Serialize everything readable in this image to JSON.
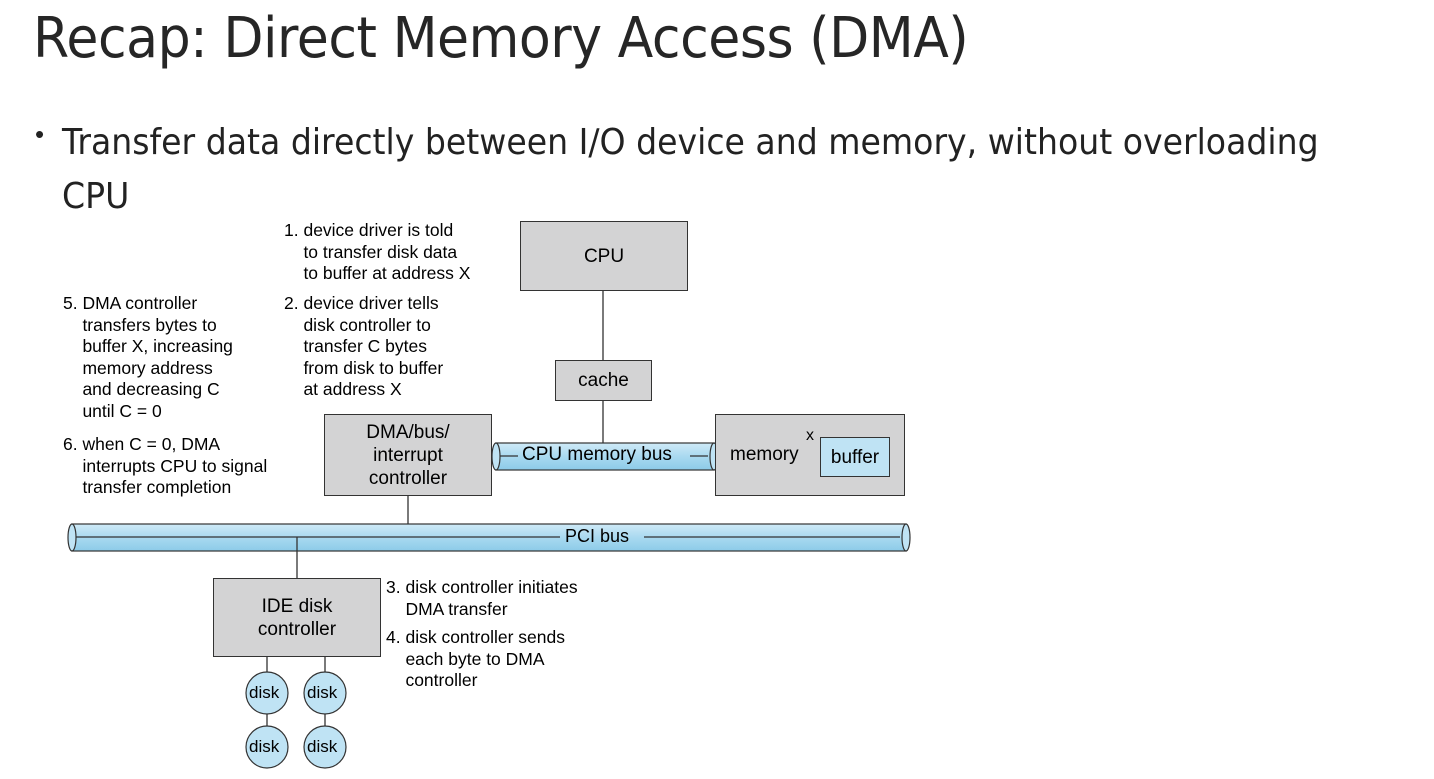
{
  "slide": {
    "title": "Recap: Direct Memory Access (DMA)",
    "bullet": "Transfer data directly between I/O device and memory, without overloading CPU"
  },
  "diagram": {
    "components": {
      "cpu": "CPU",
      "cache": "cache",
      "dma_controller": "DMA/bus/\ninterrupt\ncontroller",
      "memory": "memory",
      "buffer": "buffer",
      "buffer_address": "x",
      "ide_controller": "IDE disk\ncontroller",
      "disk": "disk"
    },
    "buses": {
      "cpu_memory_bus": "CPU memory bus",
      "pci_bus": "PCI bus"
    },
    "steps": {
      "step1": "1. device driver is told\n    to transfer disk data\n    to buffer at address X",
      "step2": "2. device driver tells\n    disk controller to\n    transfer C bytes\n    from disk to buffer\n    at address X",
      "step3": "3. disk controller initiates\n    DMA transfer",
      "step4": "4. disk controller sends\n    each byte to DMA\n    controller",
      "step5": "5. DMA controller\n    transfers bytes to\n    buffer X, increasing\n    memory address\n    and decreasing C\n    until C = 0",
      "step6": "6. when C = 0, DMA\n    interrupts CPU to signal\n    transfer completion"
    }
  }
}
